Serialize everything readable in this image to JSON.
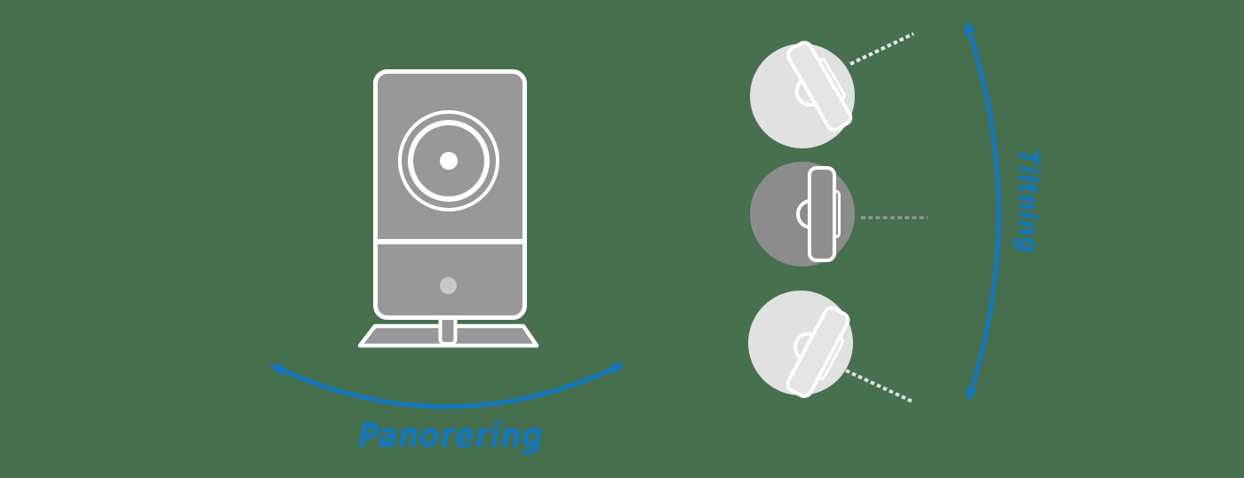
{
  "labels": {
    "pan": "Panorering",
    "tilt": "Tiltning"
  },
  "colors": {
    "background_green": "#47704F",
    "accent_blue": "#1478C0",
    "camera_gray": "#989898",
    "light_circle_gray": "#E1E1E1",
    "dark_circle_gray": "#8C8C8C",
    "outline_white": "#FFFFFF",
    "led_gray": "#C9C9C9",
    "dash_light_gray": "#E3E3E3",
    "dash_mid_gray": "#949494"
  },
  "icons": {
    "front_camera": "camera-front-view-icon",
    "pan_arrow": "double-headed-curved-arrow-horizontal",
    "tilt_arrow": "double-headed-curved-arrow-vertical",
    "tilt_positions": [
      "camera-side-tilted-up-icon",
      "camera-side-level-icon",
      "camera-side-tilted-down-icon"
    ],
    "view_direction": "dashed-sight-line"
  }
}
